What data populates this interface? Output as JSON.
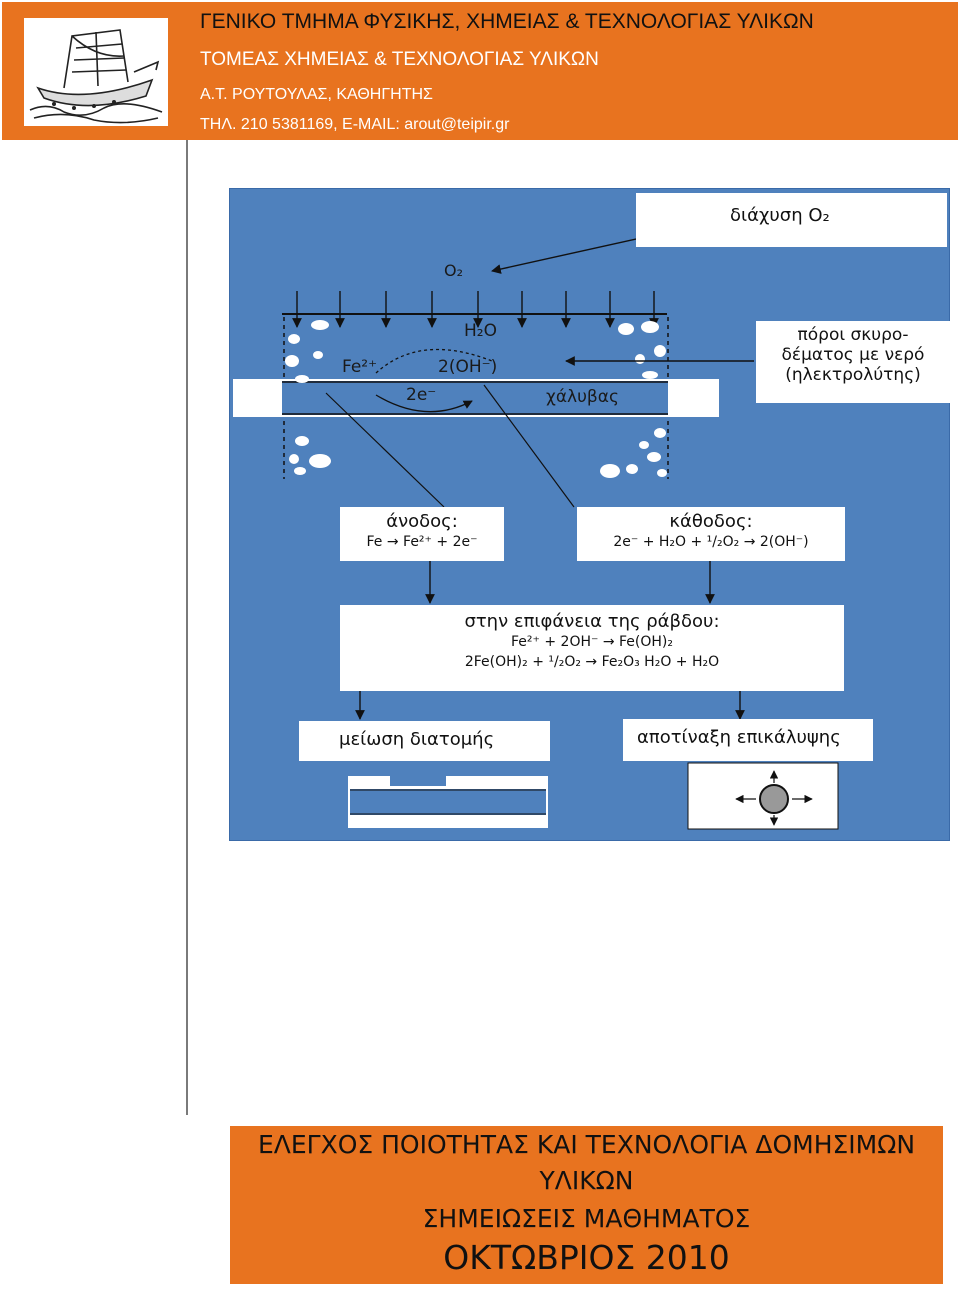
{
  "header": {
    "line1": "ΓΕΝΙΚΟ ΤΜΗΜΑ ΦΥΣΙΚΗΣ, ΧΗΜΕΙΑΣ & ΤΕΧΝΟΛΟΓΙΑΣ ΥΛΙΚΩΝ",
    "line2": "ΤΟΜΕΑΣ ΧΗΜΕΙΑΣ & ΤΕΧΝΟΛΟΓΙΑΣ ΥΛΙΚΩΝ",
    "line3": "Α.Τ. ΡΟΥΤΟΥΛΑΣ, ΚΑΘΗΓΗΤΗΣ",
    "line4": "ΤΗΛ. 210 5381169, E-MAIL: arout@teipir.gr",
    "logo_icon": "ship-logo-icon",
    "accent": "#e8731f"
  },
  "diagram": {
    "background": "#4f81bd",
    "oxygen_diffusion": "διάχυση O₂",
    "o2_label": "O₂",
    "h2o_label": "H₂O",
    "fe_label": "Fe²⁺",
    "oh_label": "2(OH⁻)",
    "electrons_label": "2e⁻",
    "steel_label": "χάλυβας",
    "pores_line1": "πόροι σκυρο-",
    "pores_line2": "δέματος με νερό",
    "pores_line3": "(ηλεκτρολύτης)",
    "anode_title": "άνοδος:",
    "anode_reaction": "Fe → Fe²⁺ + 2e⁻",
    "cathode_title": "κάθοδος:",
    "cathode_reaction": "2e⁻ + H₂O + ¹/₂O₂ → 2(OH⁻)",
    "surface_title": "στην επιφάνεια της ράβδου:",
    "surface_reaction1": "Fe²⁺ + 2OH⁻ → Fe(OH)₂",
    "surface_reaction2": "2Fe(OH)₂ + ¹/₂O₂ → Fe₂O₃ H₂O + H₂O",
    "section_loss": "μείωση διατομής",
    "spalling": "αποτίναξη επικάλυψης"
  },
  "footer": {
    "line1": "ΕΛΕΓΧΟΣ ΠΟΙΟΤΗΤΑΣ ΚΑΙ ΤΕΧΝΟΛΟΓΙΑ ΔΟΜΗΣΙΜΩΝ",
    "line2": "ΥΛΙΚΩΝ",
    "line3": "ΣΗΜΕΙΩΣΕΙΣ ΜΑΘΗΜΑΤΟΣ",
    "line4": "ΟΚΤΩΒΡΙΟΣ 2010"
  }
}
